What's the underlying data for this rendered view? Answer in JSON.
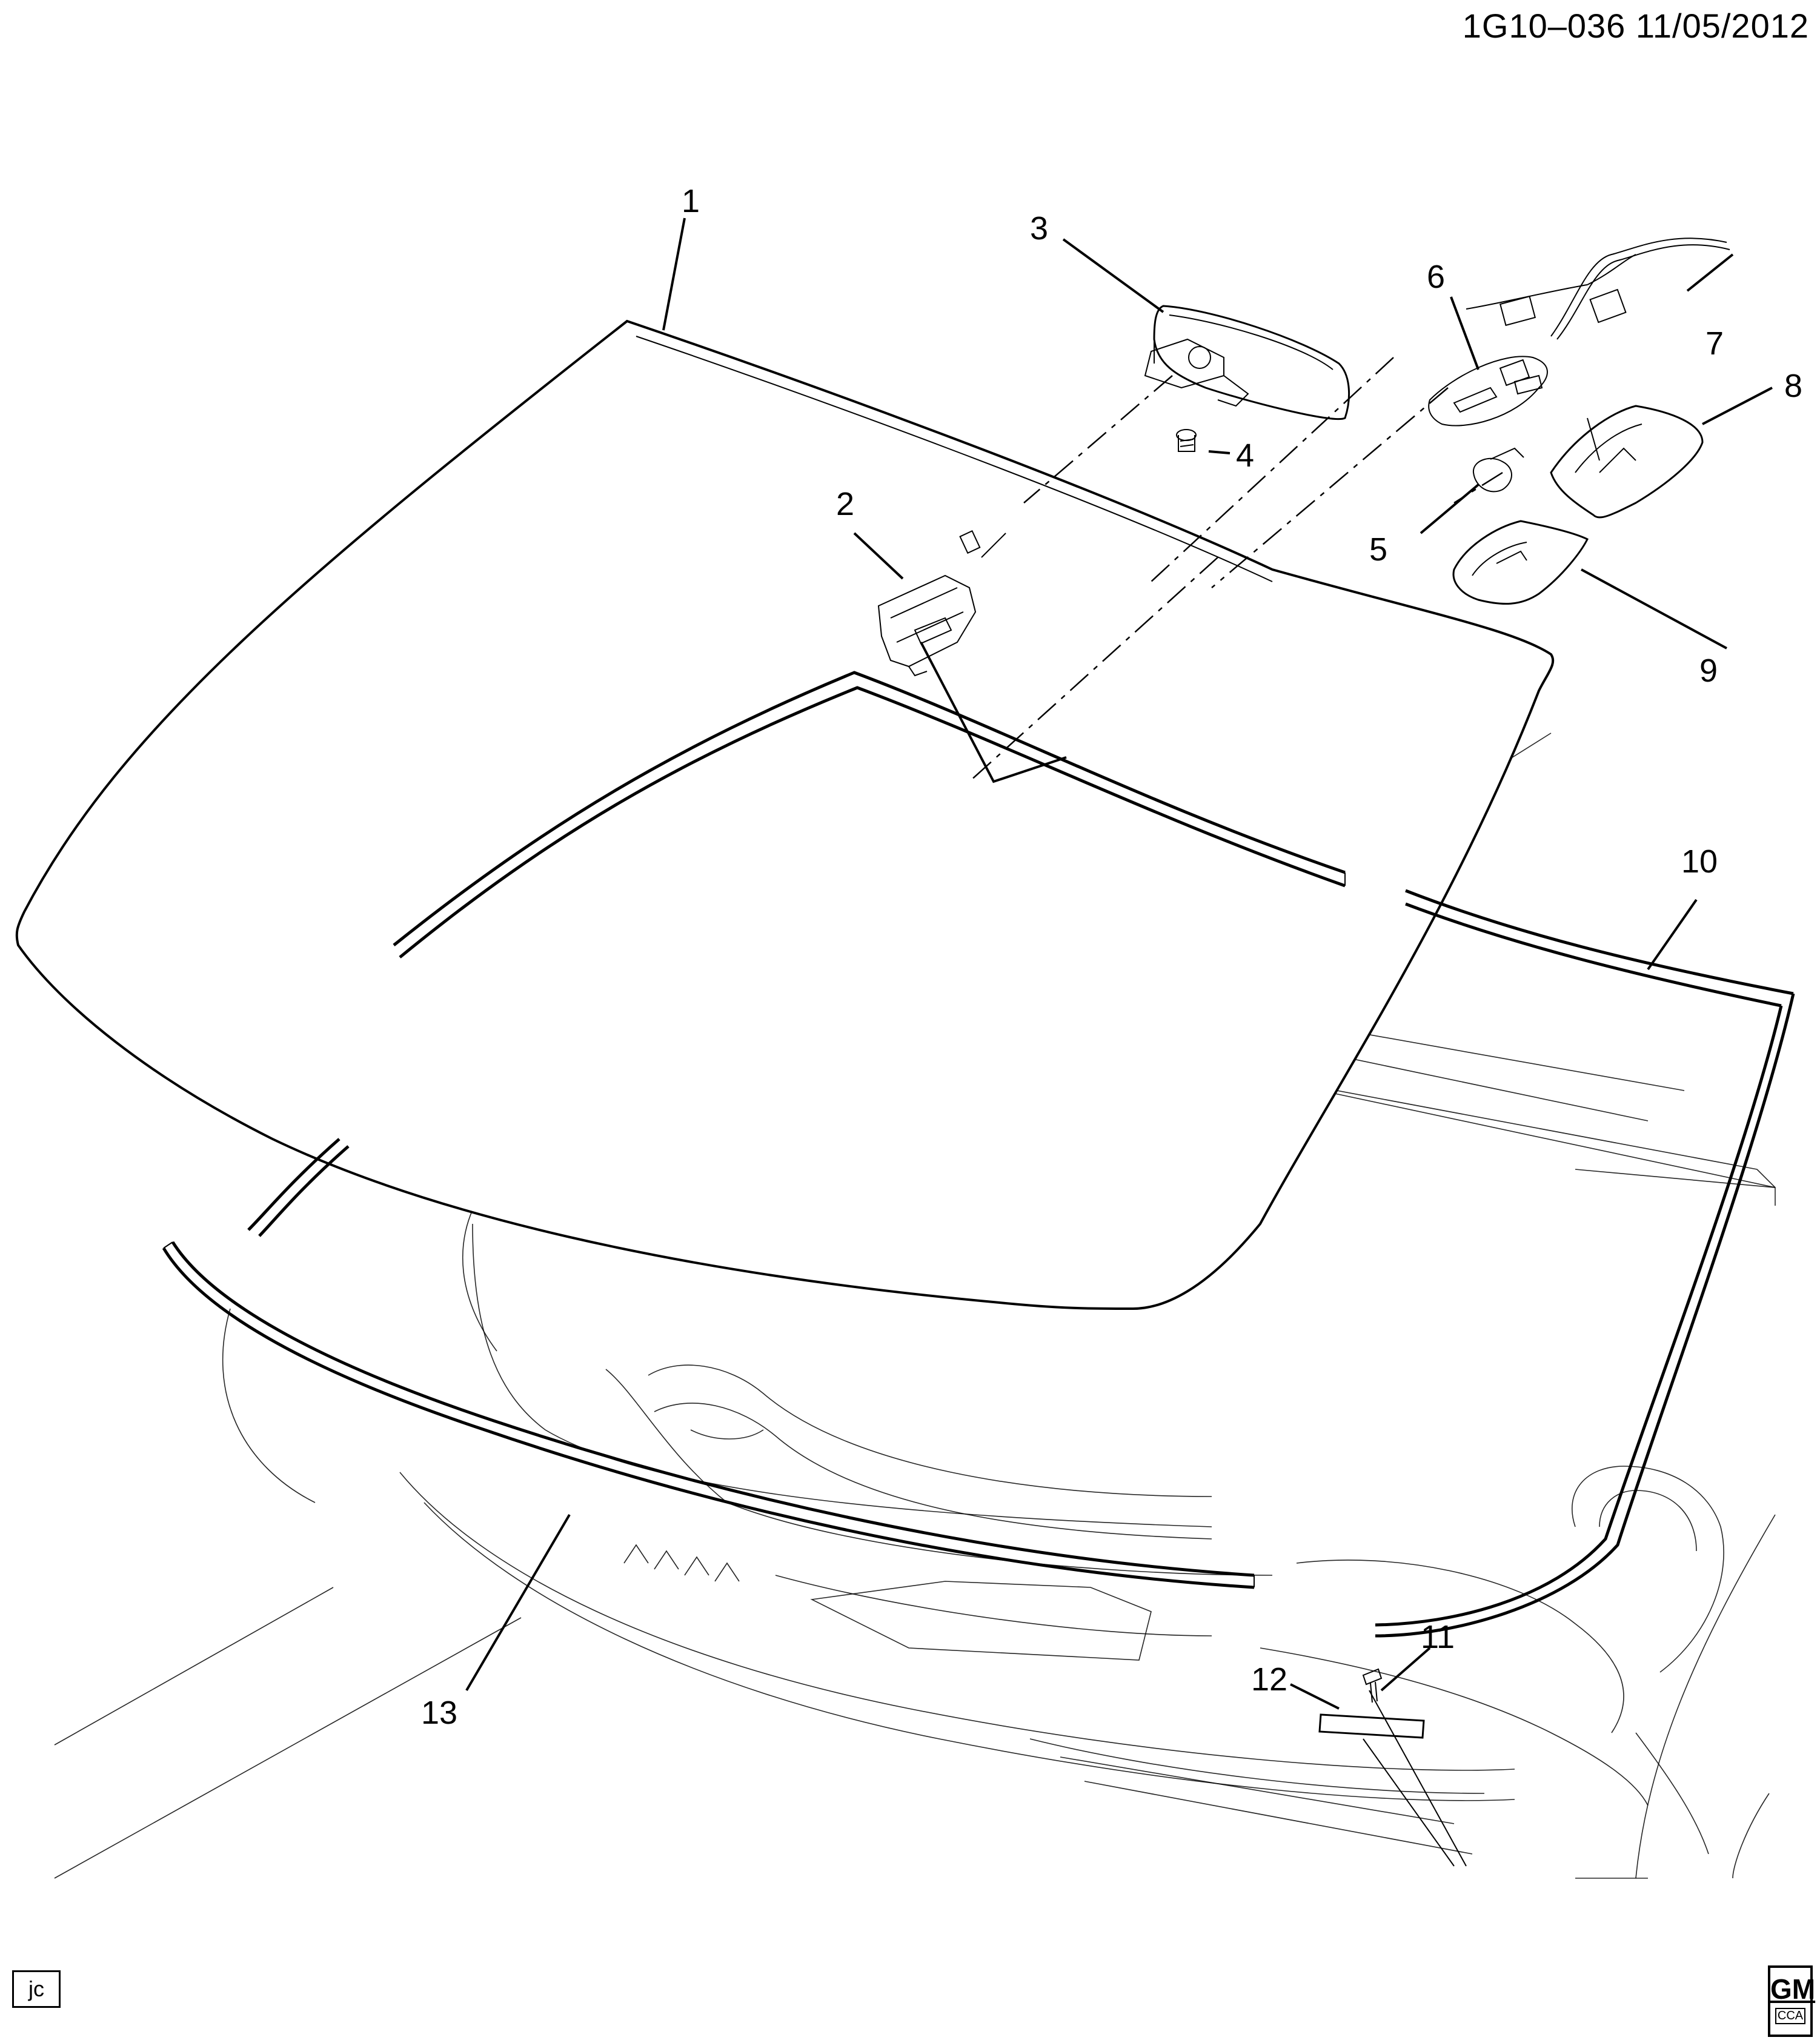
{
  "header": {
    "code": "1G10–036  11/05/2012"
  },
  "callouts": [
    {
      "id": "callout-1",
      "label": "1"
    },
    {
      "id": "callout-2",
      "label": "2"
    },
    {
      "id": "callout-3",
      "label": "3"
    },
    {
      "id": "callout-4",
      "label": "4"
    },
    {
      "id": "callout-5",
      "label": "5"
    },
    {
      "id": "callout-6",
      "label": "6"
    },
    {
      "id": "callout-7",
      "label": "7"
    },
    {
      "id": "callout-8",
      "label": "8"
    },
    {
      "id": "callout-9",
      "label": "9"
    },
    {
      "id": "callout-10",
      "label": "10"
    },
    {
      "id": "callout-11",
      "label": "11"
    },
    {
      "id": "callout-12",
      "label": "12"
    },
    {
      "id": "callout-13",
      "label": "13"
    }
  ],
  "footer": {
    "author": "jc",
    "logo_main": "GM",
    "logo_sub": "CCA"
  }
}
